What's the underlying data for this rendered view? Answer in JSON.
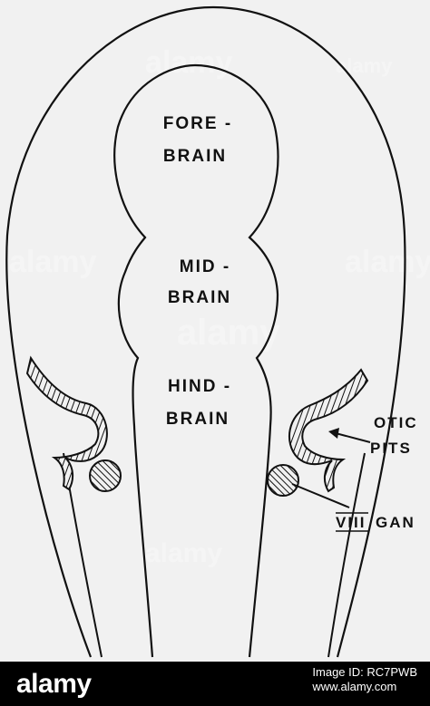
{
  "labels": {
    "forebrain_line1": "FORE -",
    "forebrain_line2": "BRAIN",
    "midbrain_line1": "MID -",
    "midbrain_line2": "BRAIN",
    "hindbrain_line1": "HIND -",
    "hindbrain_line2": "BRAIN",
    "otic_line1": "OTIC",
    "otic_line2": "PITS",
    "viii_prefix": "VIII",
    "viii_suffix": "GAN"
  },
  "watermarks": {
    "text": "alamy"
  },
  "footer": {
    "logo": "alamy",
    "image_id_label": "Image ID: RC7PWB",
    "site": "www.alamy.com"
  },
  "colors": {
    "background": "#f1f1f1",
    "ink": "#111111",
    "footer": "#000000"
  }
}
